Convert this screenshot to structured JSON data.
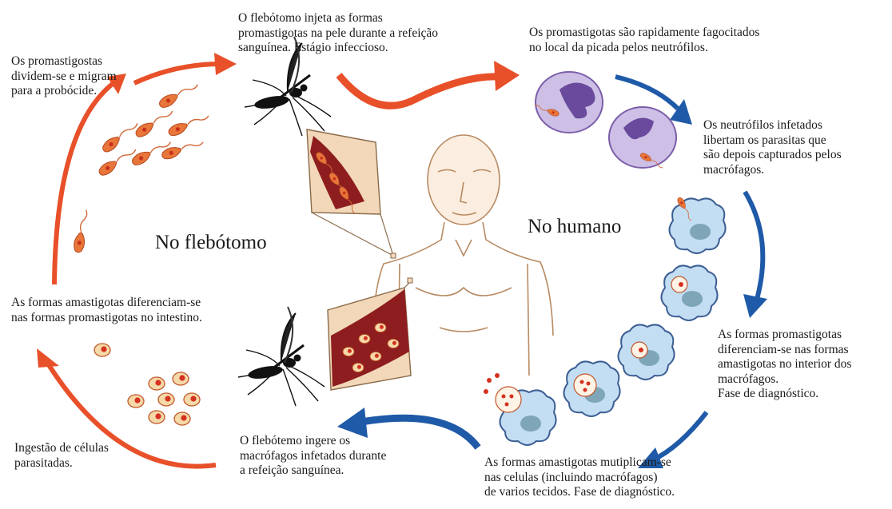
{
  "labels": {
    "sandfly_region": "No flebótomo",
    "human_region": "No humano"
  },
  "steps": {
    "injection": "O flebótomo injeta as formas\npromastigotas na pele durante a refeição\nsanguínea. Estágio infeccioso.",
    "phagocytosis": "Os promastigotas são rapidamente fagocitados\nno local da picada pelos neutrófilos.",
    "neutrophils_release": "Os neutrófilos infetados\nlibertam os parasitas que\nsão depois capturados pelos\nmacrófagos.",
    "diff_amastigotes": "As formas promastigotas\ndiferenciam-se nas formas\namastigotas no interior dos\nmacrófagos.\nFase de diagnóstico.",
    "multiply": "As formas amastigotas mutiplicam-se\nnas celulas (incluindo macrófagos)\nde varios tecidos. Fase de diagnóstico.",
    "sandfly_ingests": "O flebótemo ingere os\nmacrófagos infetados durante\na refeição sanguínea.",
    "ingestion": "Ingestão de células\nparasitadas.",
    "diff_promastigotes": "As formas amastigotas diferenciam-se\nnas formas promastigotas no intestino.",
    "divide_migrate": "Os promastigostas\ndividem-se e migram\npara a probócide."
  },
  "colors": {
    "sandfly_arrow": "#e8502a",
    "human_arrow": "#1f5aa8",
    "parasite": "#e8763a",
    "parasite_nucleus": "#c8311b",
    "neutrophil": "#cdbfe6",
    "neutrophil_nucleus": "#6a4a9c",
    "macrophage": "#c3ddf3",
    "macrophage_nucleus": "#7fa6b8",
    "blood": "#8e1d1f",
    "skin_box": "#f2d8b8",
    "human_outline": "#b88a62"
  }
}
